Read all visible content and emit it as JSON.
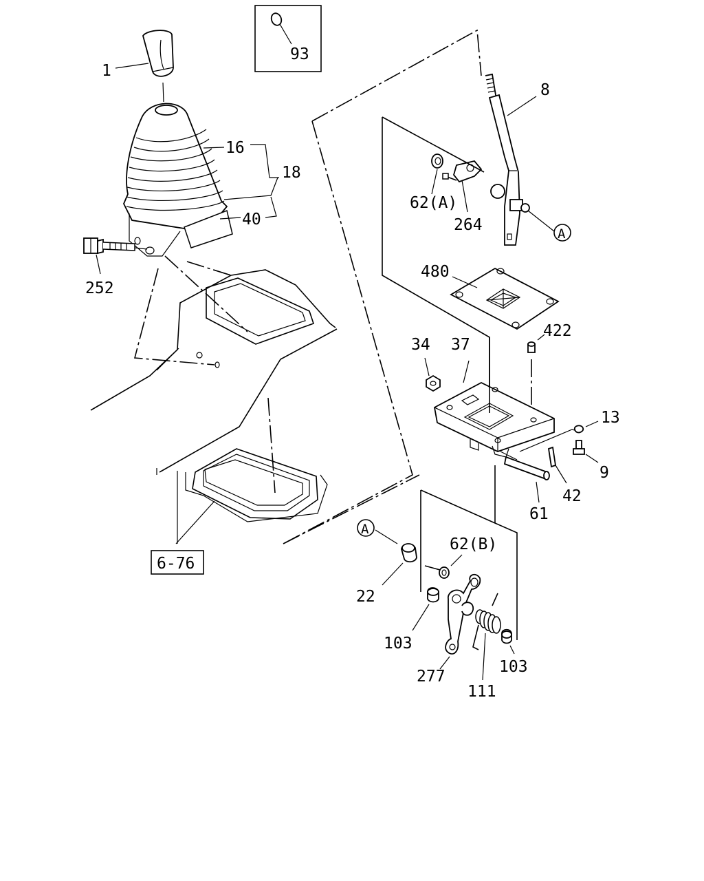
{
  "labels": {
    "p1": "1",
    "p93": "93",
    "p16": "16",
    "p18": "18",
    "p40": "40",
    "p252": "252",
    "p8": "8",
    "p62a": "62(A)",
    "p264": "264",
    "callout_a_top": "A",
    "p480": "480",
    "p422": "422",
    "p34": "34",
    "p37": "37",
    "p13": "13",
    "p9": "9",
    "p42": "42",
    "p61": "61",
    "callout_a_bottom": "A",
    "p62b": "62(B)",
    "p22": "22",
    "p103_left": "103",
    "p103_right": "103",
    "p277": "277",
    "p111": "111",
    "ref_6_76": "6-76"
  }
}
